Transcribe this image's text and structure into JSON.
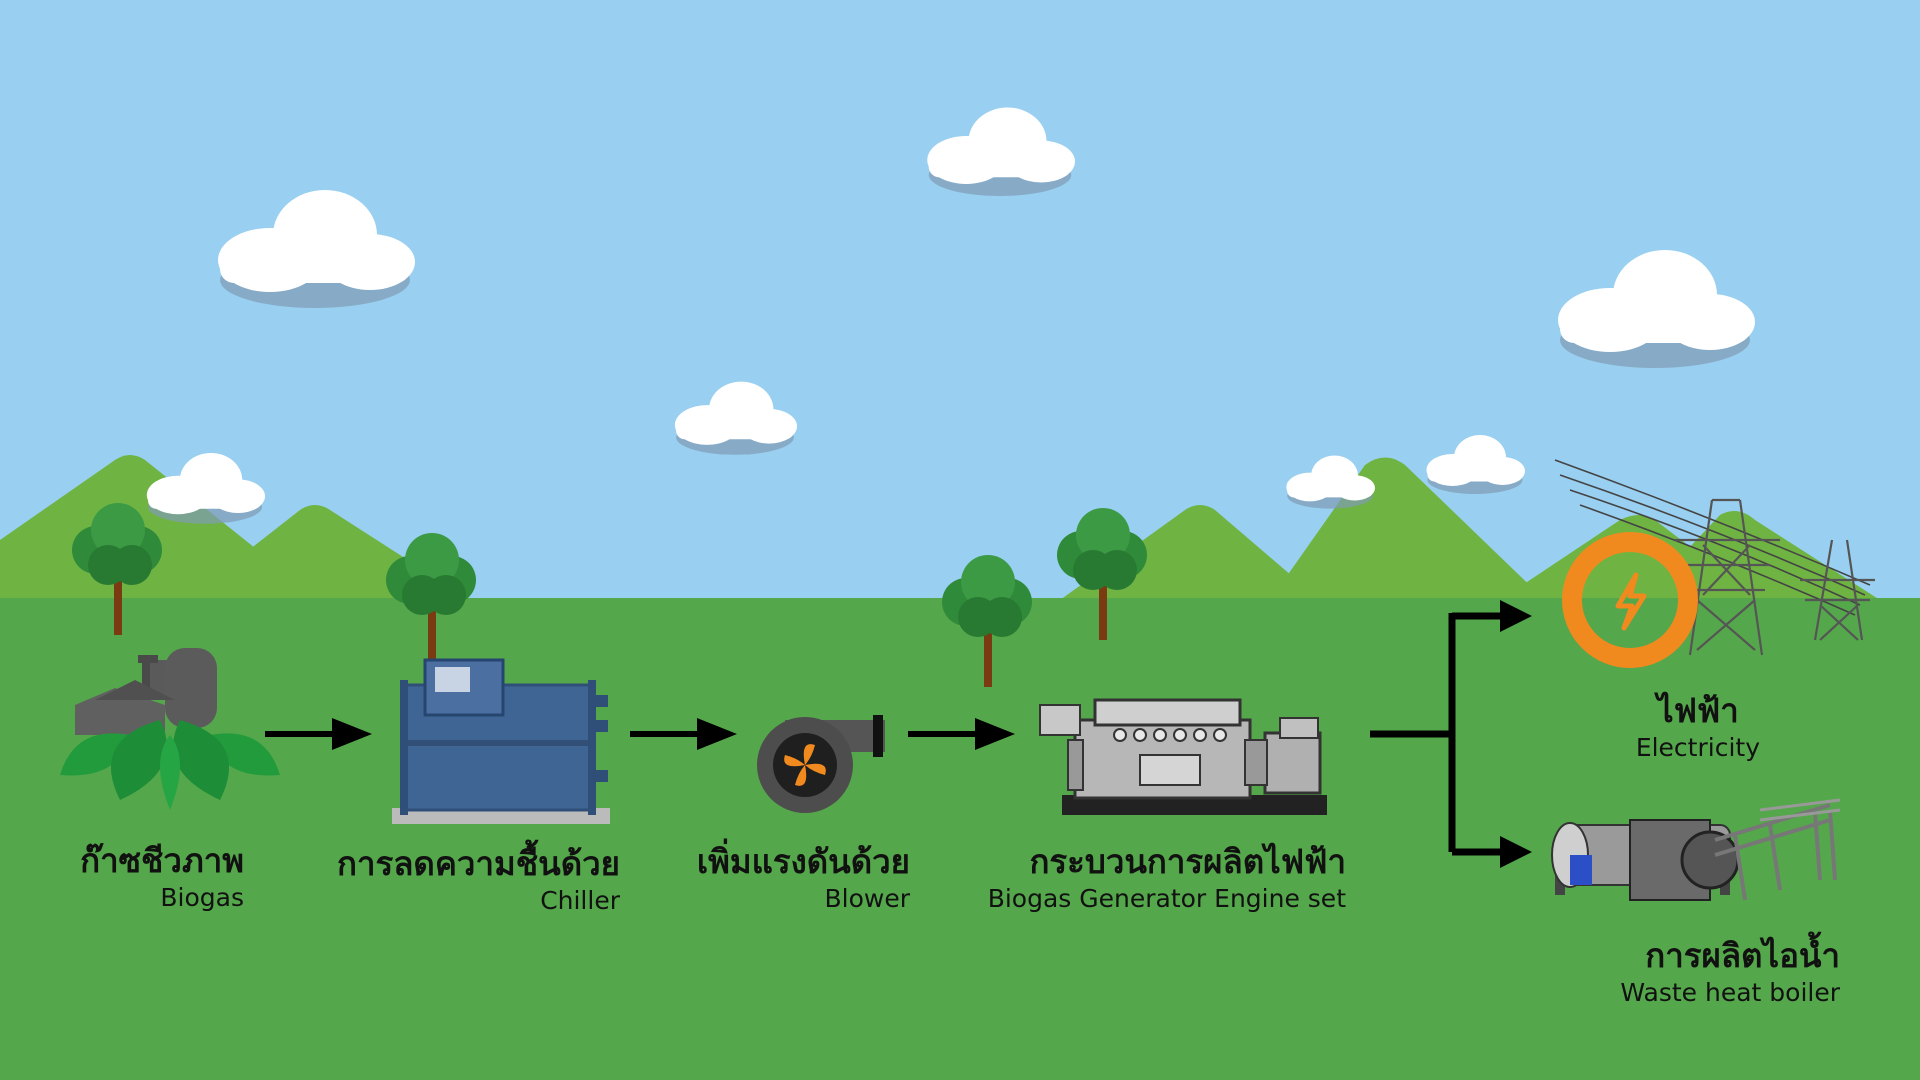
{
  "steps": [
    {
      "id": "biogas",
      "thai": "ก๊าซชีวภาพ",
      "english": "Biogas",
      "icon": "biogas-plant-icon"
    },
    {
      "id": "chiller",
      "thai": "การลดความชื้นด้วย",
      "english": "Chiller",
      "icon": "chiller-icon"
    },
    {
      "id": "blower",
      "thai": "เพิ่มแรงดันด้วย",
      "english": "Blower",
      "icon": "blower-icon"
    },
    {
      "id": "engine",
      "thai": "กระบวนการผลิตไฟฟ้า",
      "english": "Biogas Generator Engine set",
      "icon": "generator-engine-icon"
    }
  ],
  "outputs": [
    {
      "id": "electricity",
      "thai": "ไฟฟ้า",
      "english": "Electricity",
      "icon": "lightning-icon"
    },
    {
      "id": "boiler",
      "thai": "การผลิตไอน้ำ",
      "english": "Waste heat boiler",
      "icon": "boiler-icon"
    }
  ],
  "colors": {
    "sky": "#99cff0",
    "ground": "#55a74b",
    "hill": "#6fb442",
    "arrow": "#000000",
    "accent": "#f08a1e",
    "equipment": "#3f6594"
  }
}
